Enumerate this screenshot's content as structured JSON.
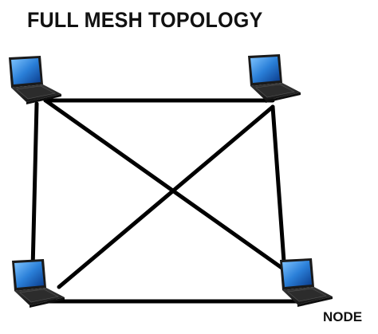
{
  "title": "FULL MESH TOPOLOGY",
  "node_label": "NODE",
  "colors": {
    "link": "#000000",
    "screen_light": "#7fc4ff",
    "screen_mid": "#2a7fd8",
    "screen_dark": "#0a3a8a",
    "laptop_body": "#1a1a1a",
    "keyboard": "#2c2c2c"
  },
  "nodes": [
    {
      "id": "top-left",
      "icon": "laptop-icon"
    },
    {
      "id": "top-right",
      "icon": "laptop-icon"
    },
    {
      "id": "bottom-left",
      "icon": "laptop-icon"
    },
    {
      "id": "bottom-right",
      "icon": "laptop-icon"
    }
  ],
  "links": [
    {
      "from": "top-left",
      "to": "top-right"
    },
    {
      "from": "top-left",
      "to": "bottom-left"
    },
    {
      "from": "top-left",
      "to": "bottom-right"
    },
    {
      "from": "top-right",
      "to": "bottom-right"
    },
    {
      "from": "top-right",
      "to": "bottom-left"
    },
    {
      "from": "bottom-left",
      "to": "bottom-right"
    }
  ]
}
